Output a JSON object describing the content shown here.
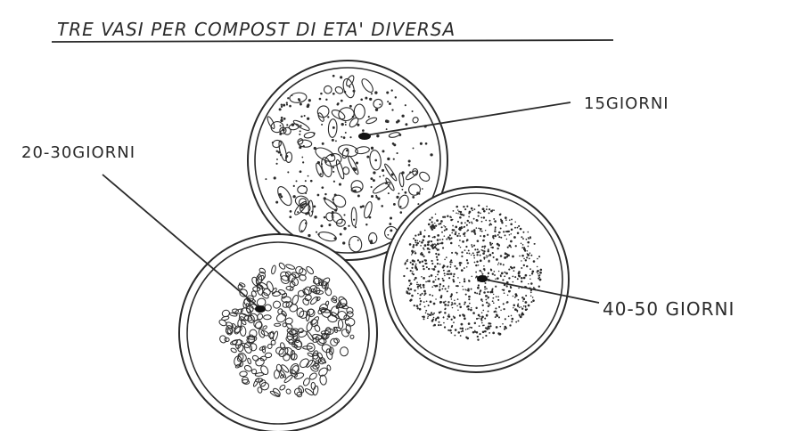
{
  "title": "TRE VASI PER COMPOST DI ETA' DIVERSA",
  "labels": {
    "pot_15": "15GIORNI",
    "pot_20_30": "20-30GIORNI",
    "pot_40_50": "40-50 GIORNI"
  },
  "colors": {
    "ink": "#2a2a2a",
    "paper": "#ffffff"
  }
}
